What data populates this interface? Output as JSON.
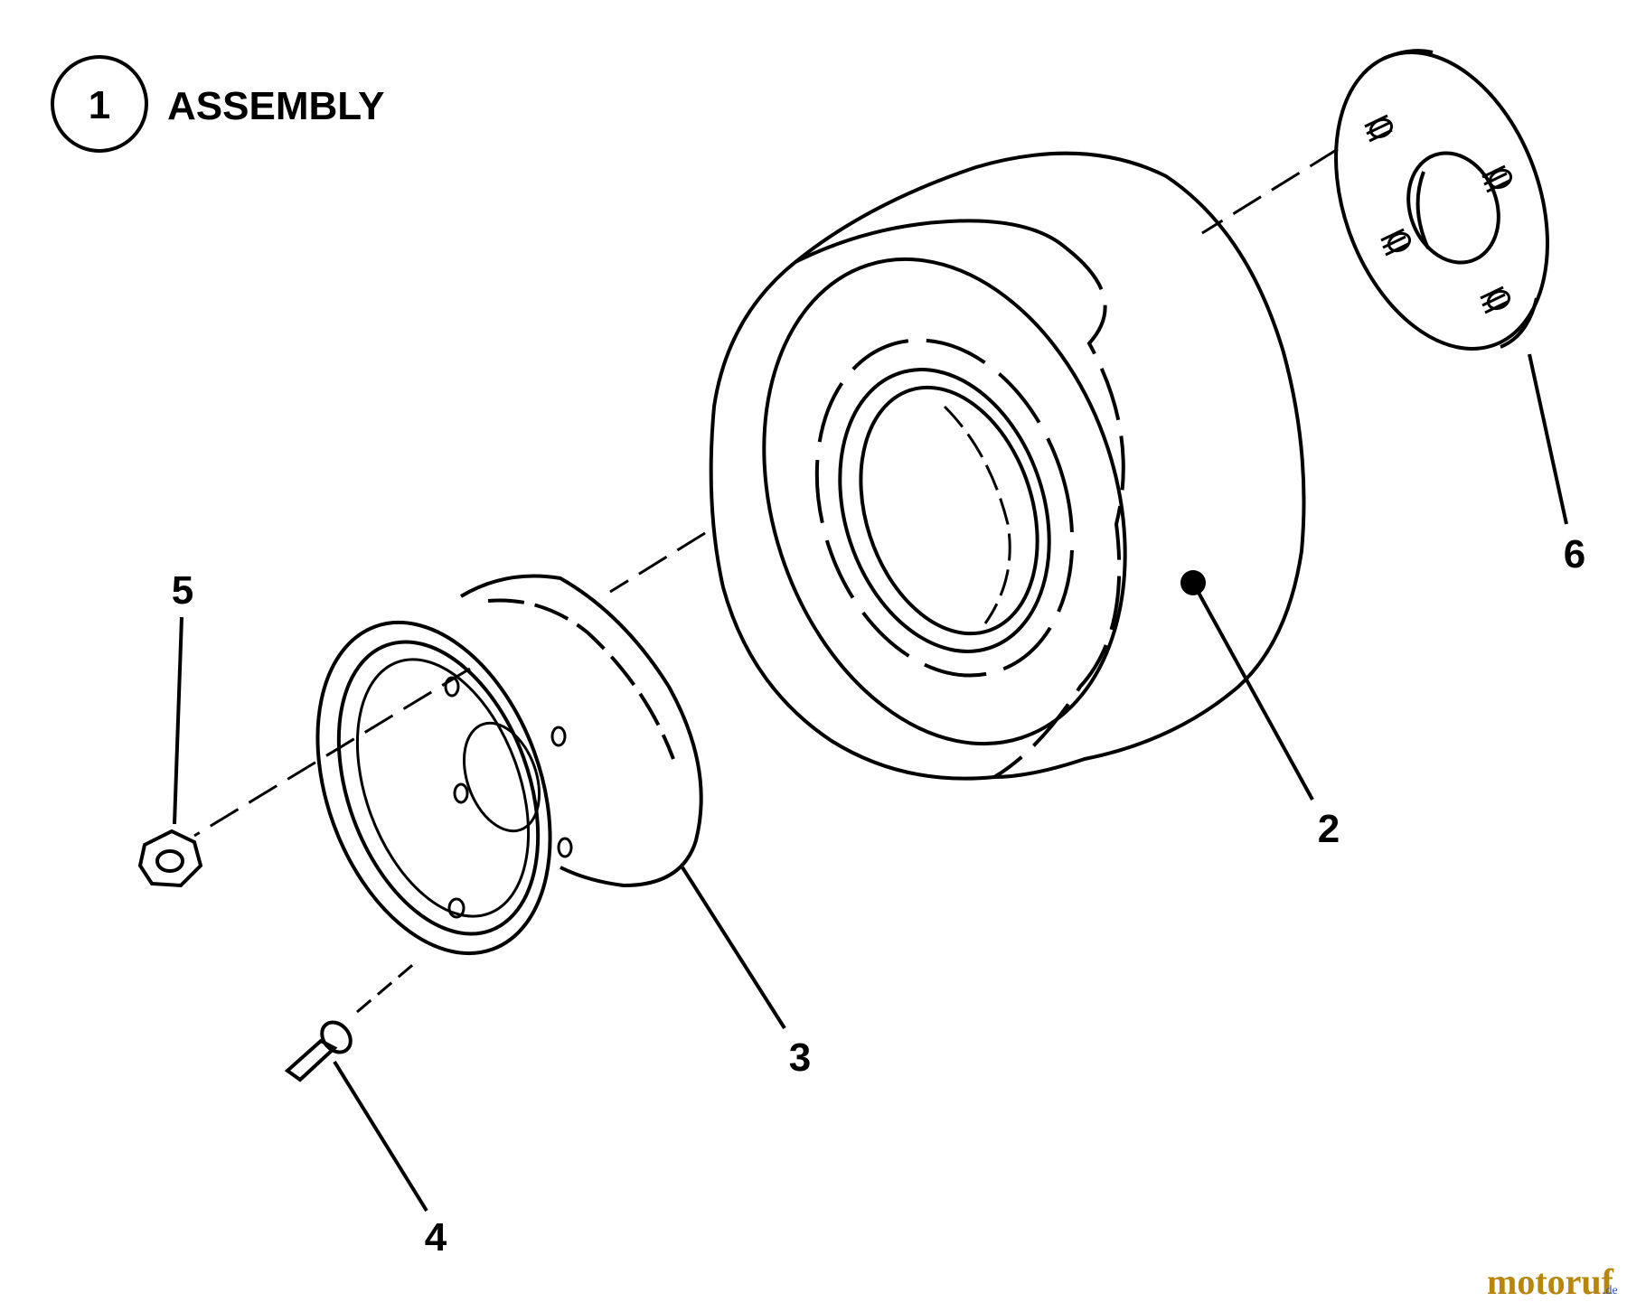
{
  "header": {
    "badge": "1",
    "title": "ASSEMBLY"
  },
  "parts": [
    {
      "number": "2",
      "name": "tire"
    },
    {
      "number": "3",
      "name": "wheel rim"
    },
    {
      "number": "4",
      "name": "valve stem"
    },
    {
      "number": "5",
      "name": "lug nut"
    },
    {
      "number": "6",
      "name": "hub plate"
    }
  ],
  "watermark": {
    "text": "motoruf",
    "suffix": ".de",
    "color_main": "#b8860b",
    "color_accent": "#2b5aa8"
  },
  "colors": {
    "line": "#000000",
    "background": "#ffffff"
  }
}
